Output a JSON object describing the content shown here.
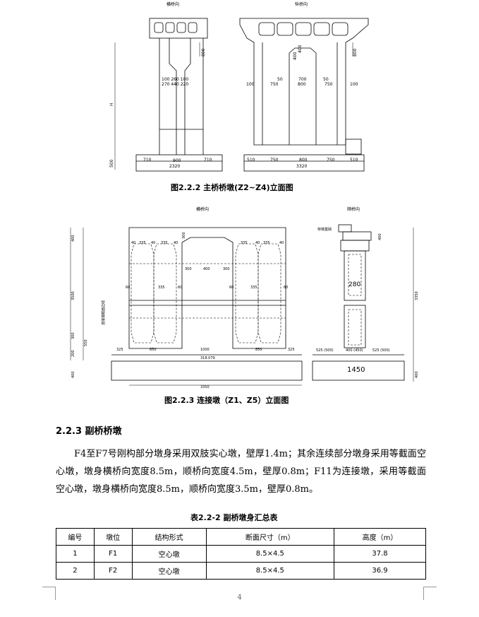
{
  "figure1": {
    "caption": "图2.2.2 主桥桥墩(Z2~Z4)立面图",
    "left_view_title": "横桥向",
    "right_view_title": "纵桥向",
    "labels": {
      "h800_left": "800",
      "h800_right": "800",
      "h400_a": "400",
      "h400_b": "400",
      "H": "H",
      "h500": "500",
      "row1_left": "100 260 100",
      "row2_left": "270 440 220",
      "dim_710a": "710",
      "dim_900": "900",
      "dim_710b": "710",
      "total_left": "2320",
      "r_50a": "50",
      "r_700": "700",
      "r_50b": "50",
      "r_100a": "100",
      "r_750a": "750",
      "r_800": "800",
      "r_750b": "750",
      "r_100b": "100",
      "b_510a": "510",
      "b_750a": "750",
      "b_800": "800",
      "b_750b": "750",
      "b_510b": "510",
      "total_right": "3320"
    }
  },
  "figure2": {
    "caption": "图2.2.3 连接墩（Z1、Z5）立面图",
    "left_view_title": "横桥向",
    "right_view_title": "顺桥向",
    "labels": {
      "h300_top": "300",
      "d40a": "40",
      "d335a": "335",
      "d40b": "40",
      "d335b": "335",
      "d40c": "40",
      "d335c": "335",
      "d40d": "40",
      "d335d": "335",
      "d40e": "40",
      "d300a": "300",
      "d400": "400",
      "d300b": "300",
      "d60a": "60",
      "d335e": "335",
      "d60b": "60",
      "d60c": "60",
      "d335f": "335",
      "d60d": "60",
      "v400": "400",
      "v3500": "3500",
      "v300": "300",
      "v550": "550",
      "v200": "200",
      "v400b": "400",
      "b325a": "325",
      "b850a": "850",
      "b1000": "1000",
      "b850b": "850",
      "b325b": "325",
      "b3350": "3350",
      "b318": "318.079",
      "side_note": "连接墩截面边线",
      "s_280": "280",
      "s_3350": "3350",
      "s_525a": "525 (500)",
      "s_400": "400 (450)",
      "s_525b": "525 (500)",
      "s_1450": "1450",
      "s_400r": "400",
      "s_400top": "400",
      "s_ch": "桥墩基础"
    }
  },
  "section": {
    "heading": "2.2.3 副桥桥墩",
    "paragraph": "F4至F7号刚构部分墩身采用双肢实心墩，壁厚1.4m；其余连续部分墩身采用等截面空心墩，墩身横桥向宽度8.5m，顺桥向宽度4.5m，壁厚0.8m；F11为连接墩，采用等截面空心墩，墩身横桥向宽度8.5m，顺桥向宽度3.5m，壁厚0.8m。"
  },
  "table": {
    "caption": "表2.2-2 副桥墩身汇总表",
    "headers": [
      "编号",
      "墩位",
      "结构形式",
      "断面尺寸（m）",
      "高度（m）"
    ],
    "rows": [
      [
        "1",
        "F1",
        "空心墩",
        "8.5×4.5",
        "37.8"
      ],
      [
        "2",
        "F2",
        "空心墩",
        "8.5×4.5",
        "36.9"
      ]
    ]
  },
  "page_number": "4"
}
